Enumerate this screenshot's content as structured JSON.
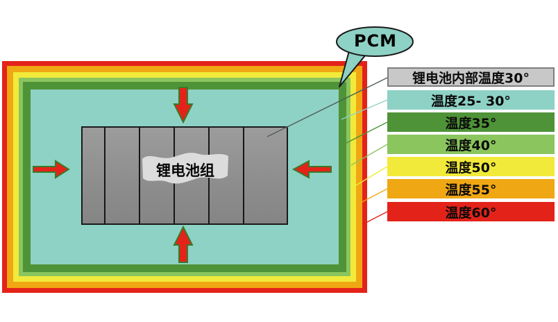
{
  "bubble": {
    "label": "PCM"
  },
  "battery": {
    "label": "锂电池组",
    "cell_count": 6
  },
  "legend": {
    "items": [
      {
        "label": "锂电池内部温度30°",
        "color": "#c8c8c8"
      },
      {
        "label": "温度25- 30°",
        "color": "#8ed1c5"
      },
      {
        "label": "温度35°",
        "color": "#4f9338"
      },
      {
        "label": "温度40°",
        "color": "#8ac55e"
      },
      {
        "label": "温度50°",
        "color": "#f2ea3a"
      },
      {
        "label": "温度55°",
        "color": "#f0a714"
      },
      {
        "label": "温度60°",
        "color": "#e3231a"
      }
    ]
  },
  "palette": {
    "red": "#e3231a",
    "orange": "#f0a714",
    "yellow": "#f2ea3a",
    "light_green": "#8ac55e",
    "dark_green": "#4f9338",
    "teal": "#8ed1c5",
    "arrow_red": "#e3231a",
    "arrow_outline": "#3a7a2a",
    "banner_gray": "#dcdcdc",
    "legend_box_gray": "#c8c8c8",
    "callout_line_dark": "#4e5f58",
    "battery_gray": "#909090"
  }
}
